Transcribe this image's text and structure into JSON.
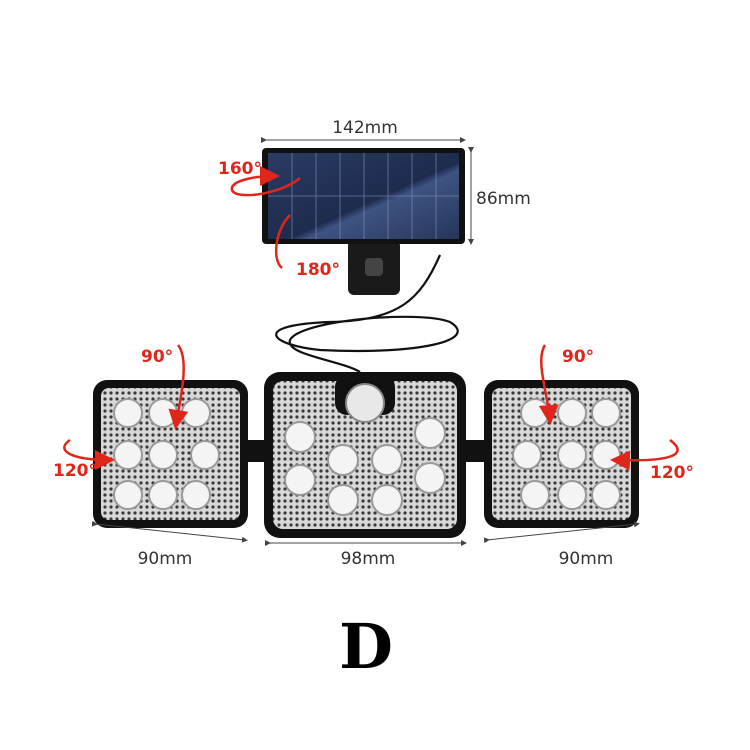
{
  "dimensions": {
    "panel_width": "142mm",
    "panel_height": "86mm",
    "left_light_width": "90mm",
    "center_light_width": "98mm",
    "right_light_width": "90mm"
  },
  "angles": {
    "panel_horizontal": "160°",
    "panel_vertical": "180°",
    "left_vertical": "90°",
    "left_horizontal": "120°",
    "right_vertical": "90°",
    "right_horizontal": "120°"
  },
  "variant_label": "D",
  "colors": {
    "accent": "#e0261b",
    "panel": "#1c2a4a",
    "frame": "#111111"
  }
}
